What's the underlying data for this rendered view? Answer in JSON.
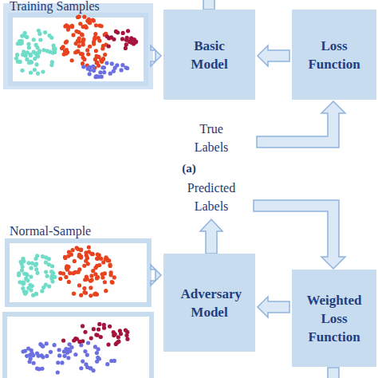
{
  "diagram": {
    "nodes": [
      {
        "text": [
          "Training Samples"
        ]
      },
      {
        "text": [
          "Basic Model"
        ]
      },
      {
        "text": [
          "Loss Function"
        ]
      },
      {
        "text": [
          "Normal-Sample"
        ]
      },
      {
        "text": [
          "Adversary Model"
        ]
      },
      {
        "text": [
          "Weighted Loss Function"
        ]
      }
    ],
    "edges": [
      {
        "from": 0,
        "to": 1,
        "arrow": "to"
      },
      {
        "from": 2,
        "to": 1,
        "arrow": "to"
      },
      {
        "from": 3,
        "to": 4,
        "arrow": "to"
      },
      {
        "from": 5,
        "to": 4,
        "arrow": "to"
      }
    ],
    "labels": [
      "True Labels",
      "(a)",
      "Predicted Labels"
    ]
  }
}
